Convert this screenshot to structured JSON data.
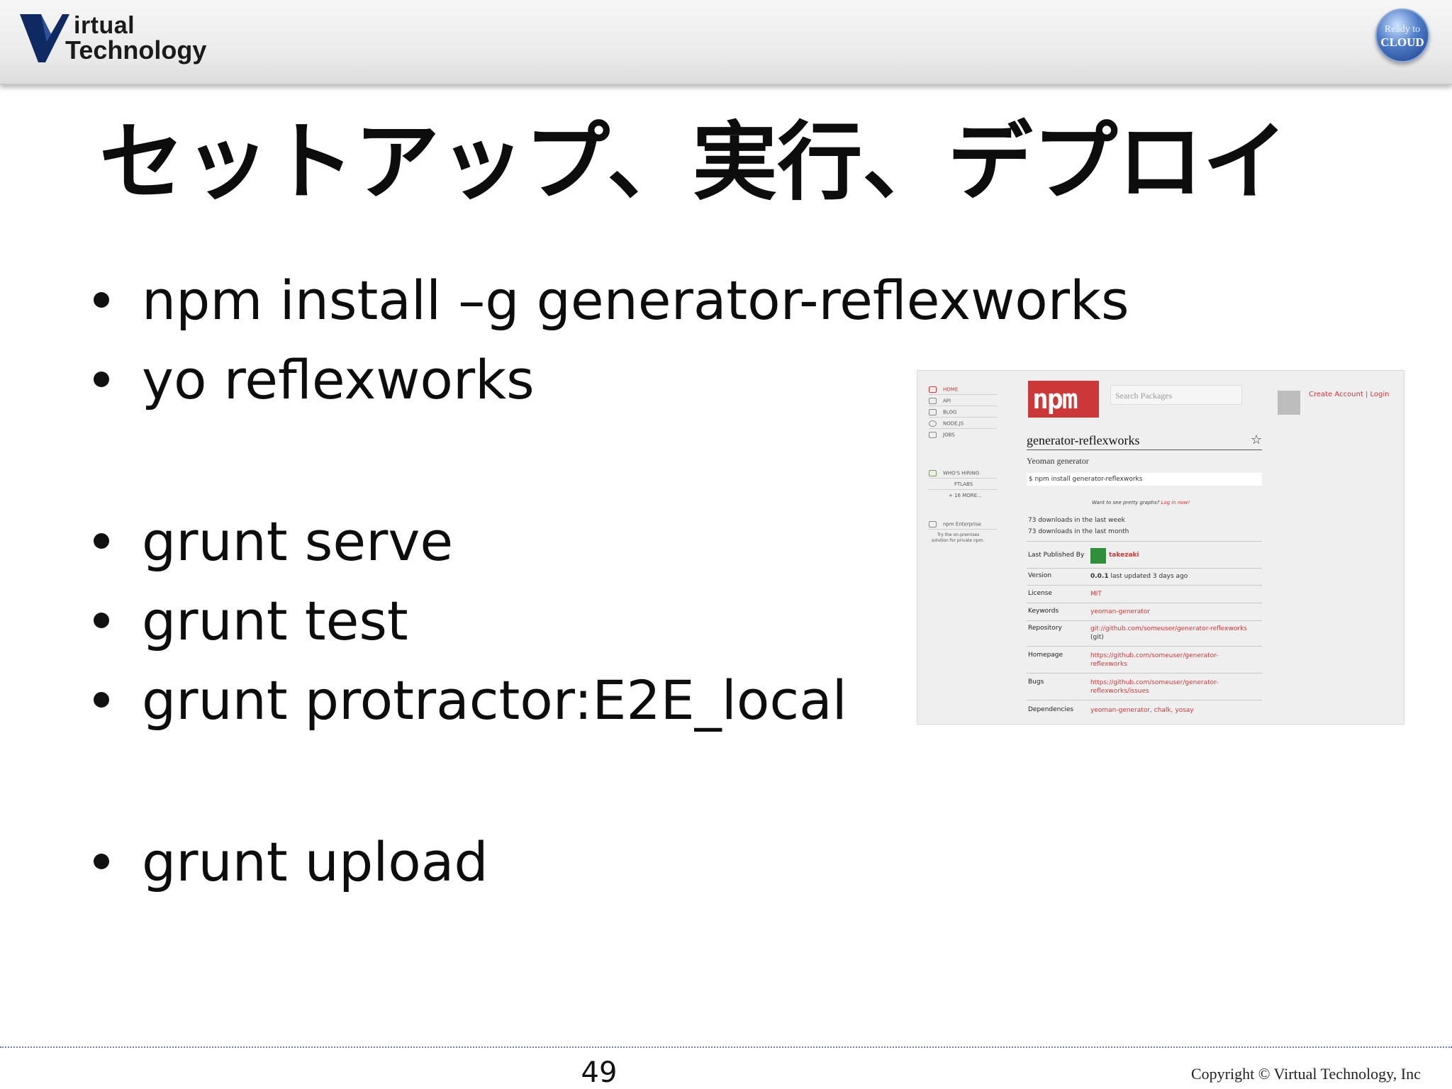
{
  "header": {
    "logo_line1": "irtual",
    "logo_line2": "Technology",
    "badge_line1": "Ready to",
    "badge_line2": "CLOUD"
  },
  "title": "セットアップ、実行、デプロイ",
  "bullets": [
    "npm install –g generator-reflexworks",
    "yo reflexworks",
    "grunt serve",
    "grunt test",
    "grunt protractor:E2E_local",
    "grunt upload"
  ],
  "npm_screenshot": {
    "sidebar": [
      "HOME",
      "API",
      "BLOG",
      "NODE.JS",
      "JOBS",
      "WHO'S HIRING",
      "FTLABS",
      "+ 16 MORE...",
      "npm Enterprise",
      "Try the on-premises",
      "solution for private npm."
    ],
    "logo": "npm",
    "search_placeholder": "Search Packages",
    "account_links": "Create Account | Login",
    "package_name": "generator-reflexworks",
    "star": "☆",
    "description": "Yeoman generator",
    "install_cmd": "$ npm install generator-reflexworks",
    "graphs_text": "Want to see pretty graphs?",
    "graphs_link": "Log in now!",
    "downloads_week": "73   downloads in the last week",
    "downloads_month": "73   downloads in the last month",
    "published_label": "Last Published By",
    "published_user": "takezaki",
    "rows": [
      {
        "key": "Version",
        "value_bold": "0.0.1",
        "value": " last updated 3 days ago"
      },
      {
        "key": "License",
        "value": "MIT"
      },
      {
        "key": "Keywords",
        "value": "yeoman-generator"
      },
      {
        "key": "Repository",
        "value": "git://github.com/someuser/generator-reflexworks",
        "value2": "(git)"
      },
      {
        "key": "Homepage",
        "value": "https://github.com/someuser/generator-reflexworks"
      },
      {
        "key": "Bugs",
        "value": "https://github.com/someuser/generator-reflexworks/issues"
      },
      {
        "key": "Dependencies",
        "value": "yeoman-generator, chalk, yosay"
      }
    ]
  },
  "footer": {
    "page_number": "49",
    "copyright": "Copyright © Virtual Technology, Inc"
  },
  "colors": {
    "npm_red": "#cb3837",
    "text": "#0d0d0d",
    "footer_rule": "#6f7fb5"
  }
}
